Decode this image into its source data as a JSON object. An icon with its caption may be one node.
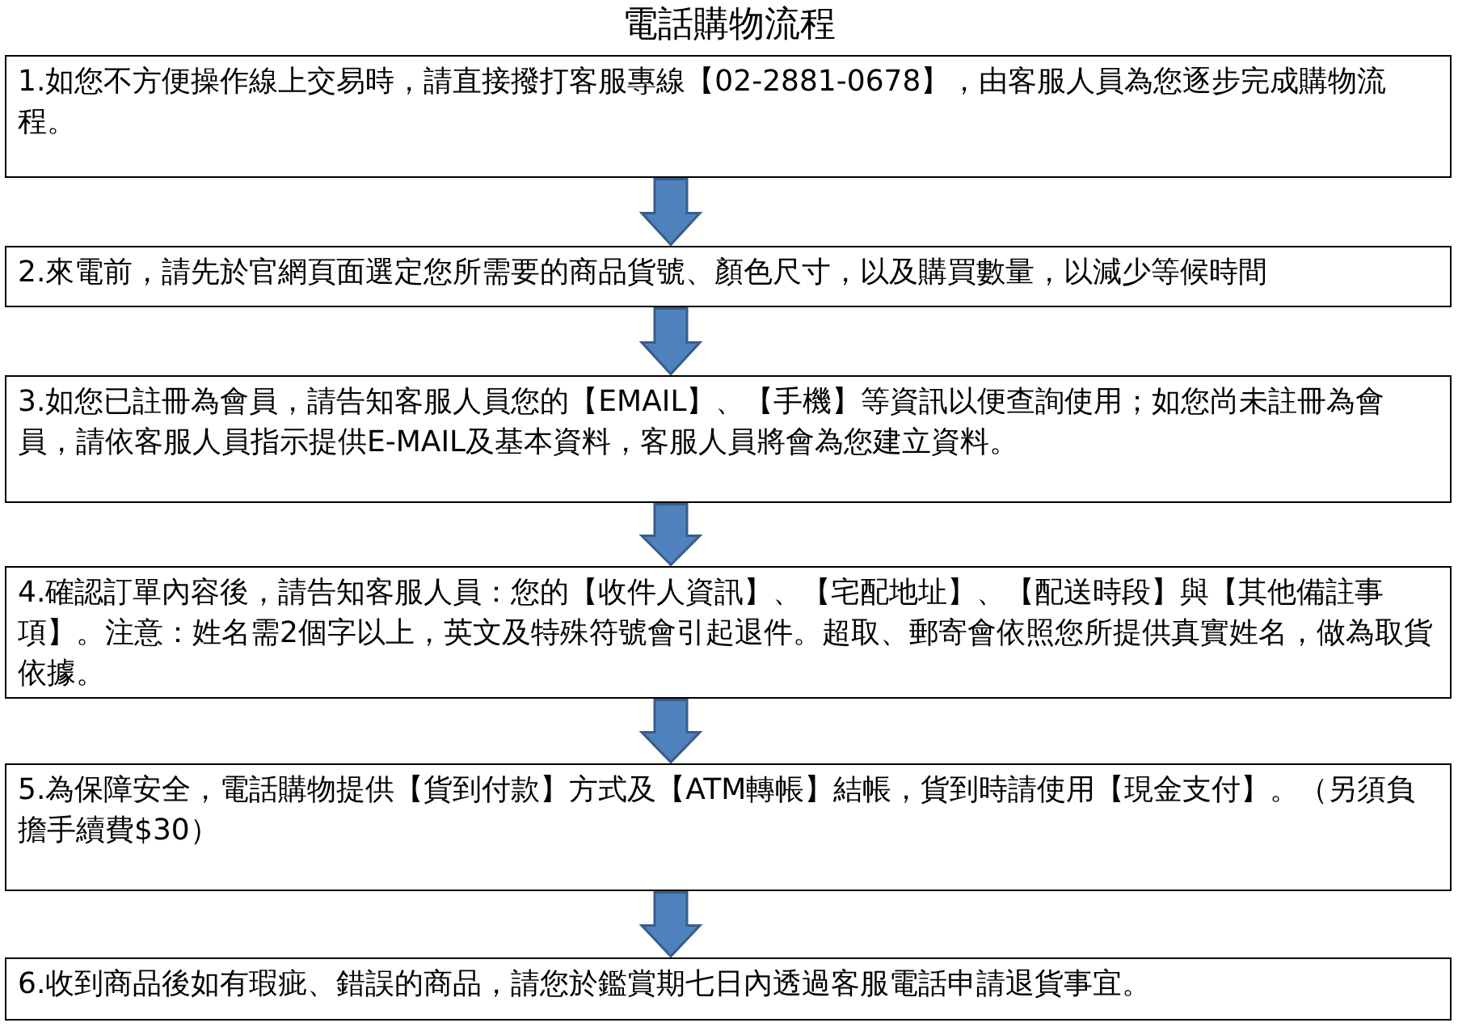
{
  "diagram": {
    "title": "電話購物流程",
    "nodes": [
      {
        "text": [
          "1.如您不方便操作線上交易時，請直接撥打客服專線【02-2881-0678】，由客服人員為您逐步完成購物流程。"
        ]
      },
      {
        "text": [
          "2.來電前，請先於官網頁面選定您所需要的商品貨號、顏色尺寸，以及購買數量，以減少等候時間"
        ]
      },
      {
        "text": [
          "3.如您已註冊為會員，請告知客服人員您的【EMAIL】、【手機】等資訊以便查詢使用；如您尚未註冊為會員，請依客服人員指示提供E-MAIL及基本資料，客服人員將會為您建立資料。"
        ]
      },
      {
        "text": [
          "4.確認訂單內容後，請告知客服人員：您的【收件人資訊】、【宅配地址】、【配送時段】與【其他備註事項】。注意：姓名需2個字以上，英文及特殊符號會引起退件。超取、郵寄會依照您所提供真實姓名，做為取貨依據。"
        ]
      },
      {
        "text": [
          "5.為保障安全，電話購物提供【貨到付款】方式及【ATM轉帳】結帳，貨到時請使用【現金支付】。（另須負擔手續費$30）"
        ]
      },
      {
        "text": [
          "6.收到商品後如有瑕疵、錯誤的商品，請您於鑑賞期七日內透過客服電話申請退貨事宜。"
        ]
      }
    ],
    "edges": [
      {
        "from": 0,
        "to": 1,
        "arrow": "to"
      },
      {
        "from": 1,
        "to": 2,
        "arrow": "to"
      },
      {
        "from": 2,
        "to": 3,
        "arrow": "to"
      },
      {
        "from": 3,
        "to": 4,
        "arrow": "to"
      },
      {
        "from": 4,
        "to": 5,
        "arrow": "to"
      }
    ]
  }
}
